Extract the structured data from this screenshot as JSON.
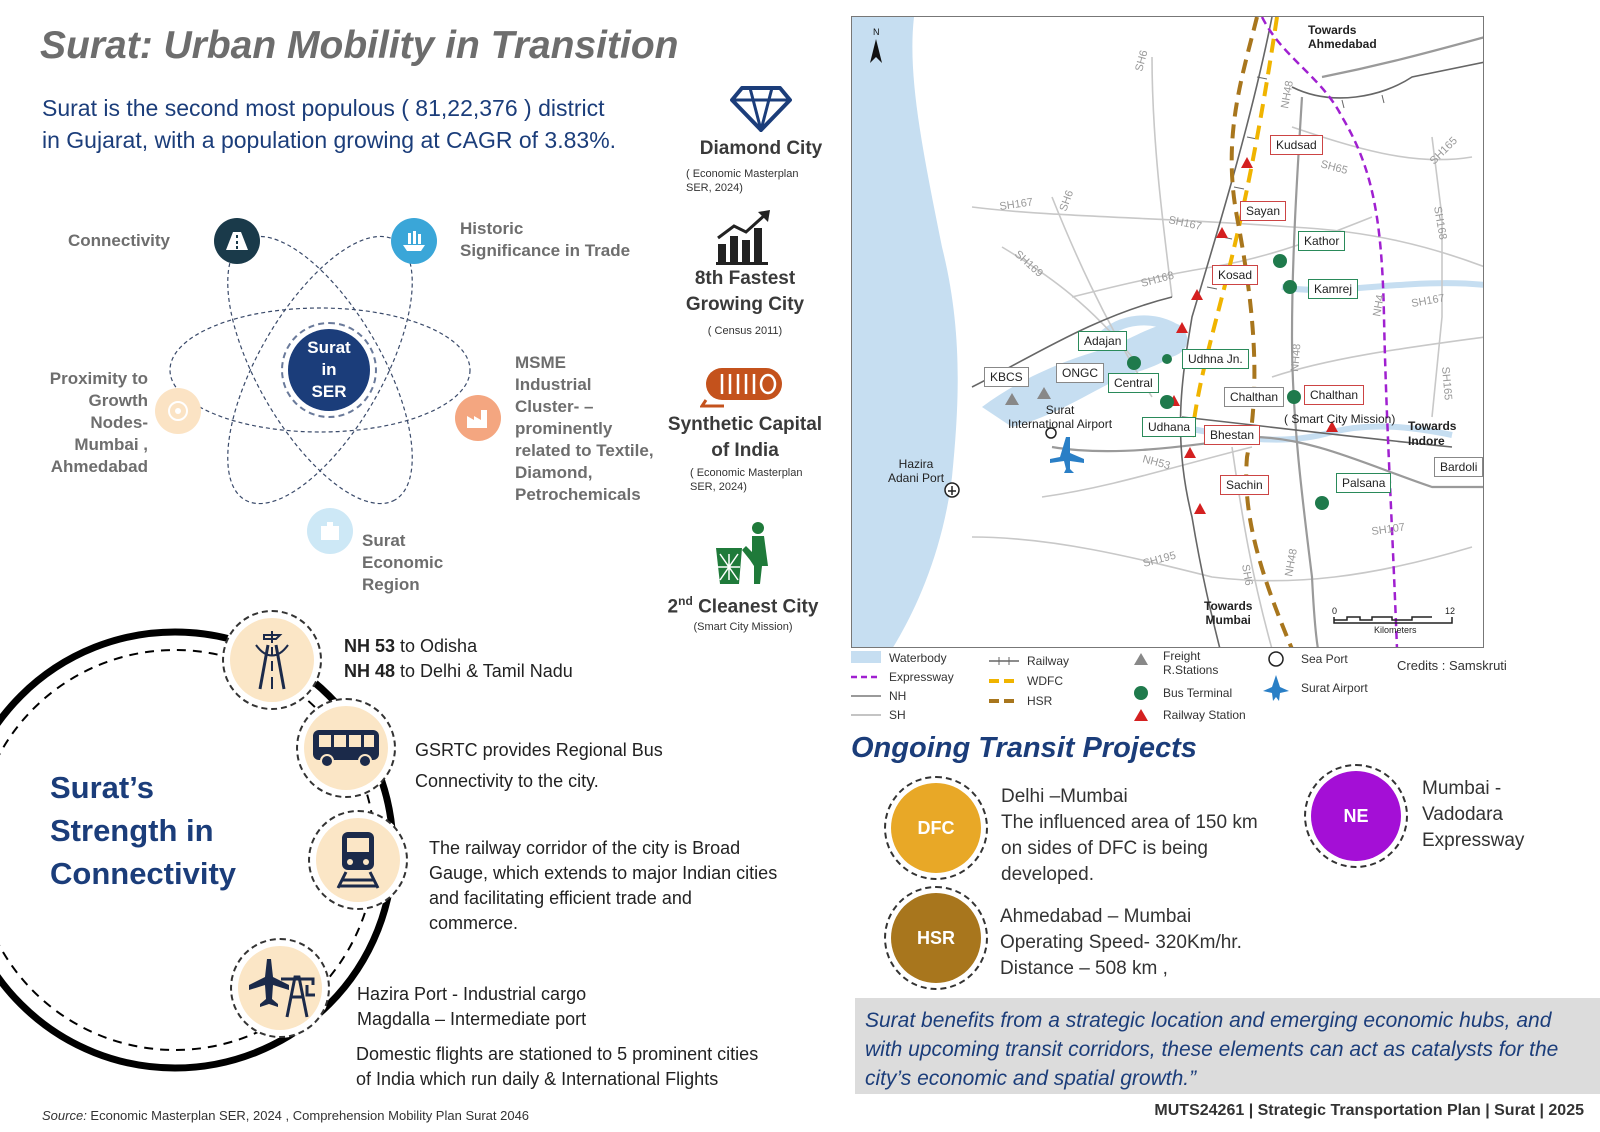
{
  "title": "Surat: Urban Mobility in Transition",
  "intro": "Surat is the second most populous ( 81,22,376 ) district in Gujarat, with a population growing at CAGR of 3.83%.",
  "atom": {
    "center": [
      "Surat",
      "in",
      "SER"
    ],
    "nodes": {
      "connectivity": "Connectivity",
      "historic_1": "Historic",
      "historic_2": "Significance in Trade",
      "proximity": [
        "Proximity to",
        "Growth",
        "Nodes-",
        "Mumbai ,",
        "Ahmedabad"
      ],
      "msme": [
        "MSME",
        "Industrial",
        "Cluster- –",
        "prominently",
        "related to Textile,",
        "Diamond,",
        "Petrochemicals"
      ],
      "ser": [
        "Surat",
        "Economic",
        "Region"
      ]
    },
    "colors": {
      "center": "#1b3d7a",
      "connectivity": "#1a3a4a",
      "historic": "#3aa6d8",
      "proximity": "#fbe3c4",
      "msme": "#f4a680",
      "ser": "#cde8f6"
    }
  },
  "highlights": [
    {
      "icon": "diamond-icon",
      "title": "Diamond City",
      "note": [
        "( Economic Masterplan",
        "SER, 2024)"
      ]
    },
    {
      "icon": "growth-chart-icon",
      "title_1": "8th Fastest",
      "title_2": "Growing City",
      "note": "( Census 2011)"
    },
    {
      "icon": "fabric-roll-icon",
      "title_1": "Synthetic Capital",
      "title_2": "of India",
      "note": [
        "( Economic Masterplan",
        "SER, 2024)"
      ]
    },
    {
      "icon": "recycle-bin-icon",
      "title_pre": "2",
      "title_sup": "nd",
      "title_post": " Cleanest City",
      "note": "(Smart City Mission)"
    }
  ],
  "strength": [
    "Surat’s",
    "Strength in",
    "Connectivity"
  ],
  "connectivity": {
    "road": {
      "nh53_bold": "NH 53",
      "nh53_rest": " to Odisha",
      "nh48_bold": "NH 48",
      "nh48_rest": " to Delhi & Tamil Nadu"
    },
    "bus": [
      "GSRTC provides Regional Bus",
      "Connectivity to the city."
    ],
    "rail": [
      "The railway corridor of  the city is Broad",
      "Gauge, which extends to major Indian cities",
      "and facilitating efficient trade and",
      "commerce."
    ],
    "port": [
      "Hazira Port - Industrial cargo",
      "Magdalla – Intermediate port"
    ],
    "air": [
      "Domestic flights are stationed to 5 prominent cities",
      "of India which run daily & International Flights"
    ]
  },
  "map": {
    "labels_red": [
      "Kudsad",
      "Sayan",
      "Kosad",
      "Chalthan",
      "Bhestan",
      "Sachin"
    ],
    "labels_green": [
      "Kathor",
      "Kamrej",
      "Adajan",
      "Central",
      "Udhana",
      "Palsana"
    ],
    "labels_plain": [
      "Udhna Jn.",
      "KBCS",
      "ONGC",
      "Chalthan",
      "Bardoli"
    ],
    "towards_ahmedabad": [
      "Towards",
      "Ahmedabad"
    ],
    "towards_mumbai": [
      "Towards",
      "Mumbai"
    ],
    "towards_indore": [
      "Towards",
      "Indore"
    ],
    "smart_city": "( Smart City Mission)",
    "airport": [
      "Surat",
      "International Airport"
    ],
    "hazira": [
      "Hazira",
      "Adani Port"
    ],
    "roads": [
      "SH6",
      "NH48",
      "SH65",
      "SH165",
      "SH168",
      "SH167",
      "SH167",
      "SH169",
      "SH168",
      "SH6",
      "NH48",
      "NH4",
      "SH167",
      "SH165",
      "NH53",
      "SH107",
      "SH195",
      "SH6",
      "NH48"
    ],
    "north": "N",
    "scale_start": "0",
    "scale_end": "12",
    "scale_unit": "Kilometers",
    "colors": {
      "water": "#c6def1",
      "expressway": "#a020d0",
      "wdfc": "#f0b400",
      "hsr": "#a8761d",
      "nh": "#9a9a9a",
      "sh": "#c4c4c4",
      "bus": "#1f7a4c",
      "station": "#d42020"
    }
  },
  "legend": {
    "waterbody": "Waterbody",
    "expressway": "Expressway",
    "nh": "NH",
    "sh": "SH",
    "railway": "Railway",
    "wdfc": "WDFC",
    "hsr": "HSR",
    "freight": [
      "Freight",
      "R.Stations"
    ],
    "bus": "Bus Terminal",
    "station": "Railway Station",
    "seaport": "Sea Port",
    "airport": "Surat Airport",
    "credits": "Credits : Samskruti"
  },
  "ongoing": {
    "heading": "Ongoing Transit Projects",
    "dfc": {
      "label": "DFC",
      "color": "#e8a827",
      "lines": [
        "Delhi –Mumbai",
        "The influenced area of 150 km",
        "on sides of DFC is being",
        "developed."
      ]
    },
    "ne": {
      "label": "NE",
      "color": "#a40fd6",
      "lines": [
        "Mumbai -",
        "Vadodara",
        "Expressway"
      ]
    },
    "hsr": {
      "label": "HSR",
      "color": "#a8761d",
      "lines": [
        "Ahmedabad – Mumbai",
        "Operating Speed- 320Km/hr.",
        "Distance – 508 km ,"
      ]
    }
  },
  "quote": "Surat benefits from a strategic location and emerging economic hubs, and with upcoming transit corridors, these elements can act as catalysts for the city’s economic and spatial growth.”",
  "source_label": "Source:",
  "source_text": " Economic Masterplan SER,  2024 , Comprehension Mobility Plan Surat 2046",
  "footer": "MUTS24261 | Strategic Transportation Plan | Surat | 2025"
}
